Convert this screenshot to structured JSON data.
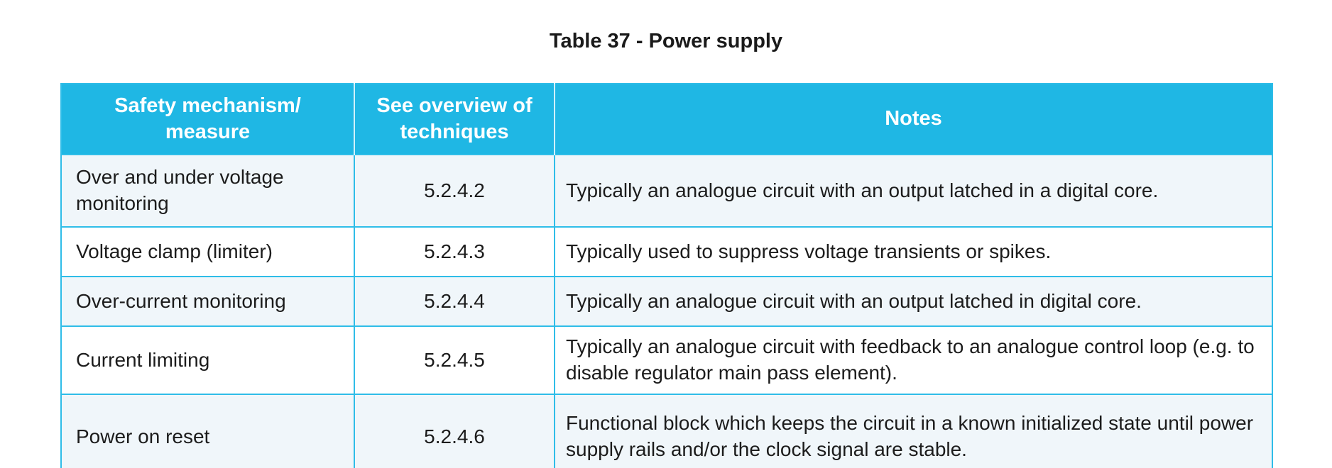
{
  "title": "Table 37 - Power supply",
  "colors": {
    "header_background": "#1fb7e4",
    "grid_border": "#2fbde8",
    "row_tint": "#f0f6fa",
    "header_text": "#ffffff",
    "body_text": "#1c1c1c"
  },
  "table": {
    "header": [
      {
        "lines": [
          "Safety mechanism/",
          "measure"
        ]
      },
      {
        "lines": [
          "See overview of",
          "techniques"
        ]
      },
      {
        "lines": [
          "Notes"
        ]
      }
    ],
    "rows": [
      {
        "mechanism": "Over and under voltage monitoring",
        "technique": "5.2.4.2",
        "notes": "Typically an analogue circuit with an output latched in a digital core."
      },
      {
        "mechanism": "Voltage clamp (limiter)",
        "technique": "5.2.4.3",
        "notes": "Typically used to suppress voltage transients or spikes."
      },
      {
        "mechanism": "Over-current monitoring",
        "technique": "5.2.4.4",
        "notes": "Typically an analogue circuit with an output latched in digital core."
      },
      {
        "mechanism": "Current limiting",
        "technique": "5.2.4.5",
        "notes": "Typically an analogue circuit with feedback to an analogue control loop (e.g. to disable regulator main pass element)."
      },
      {
        "mechanism": "Power on reset",
        "technique": "5.2.4.6",
        "notes": "Functional block which keeps the circuit in a known initialized state until power supply rails and/or the clock signal are stable."
      }
    ]
  }
}
